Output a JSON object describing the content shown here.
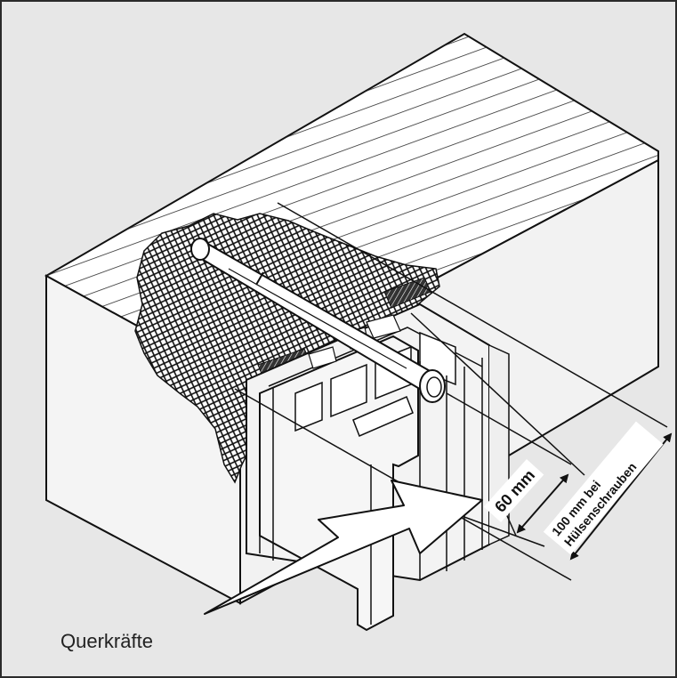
{
  "diagram": {
    "caption": "Querkräfte",
    "dimension_short": "60 mm",
    "dimension_long_line1": "100 mm bei",
    "dimension_long_line2": "Hülsenschrauben"
  },
  "colors": {
    "background": "#e7e7e7",
    "wall_fill": "#f2f2f2",
    "line": "#111111",
    "hatch": "#222222",
    "label_box": "#ffffff"
  },
  "icons": {
    "force_arrow": "block-arrow-icon",
    "dimension_arrows": "double-arrow-icon"
  }
}
